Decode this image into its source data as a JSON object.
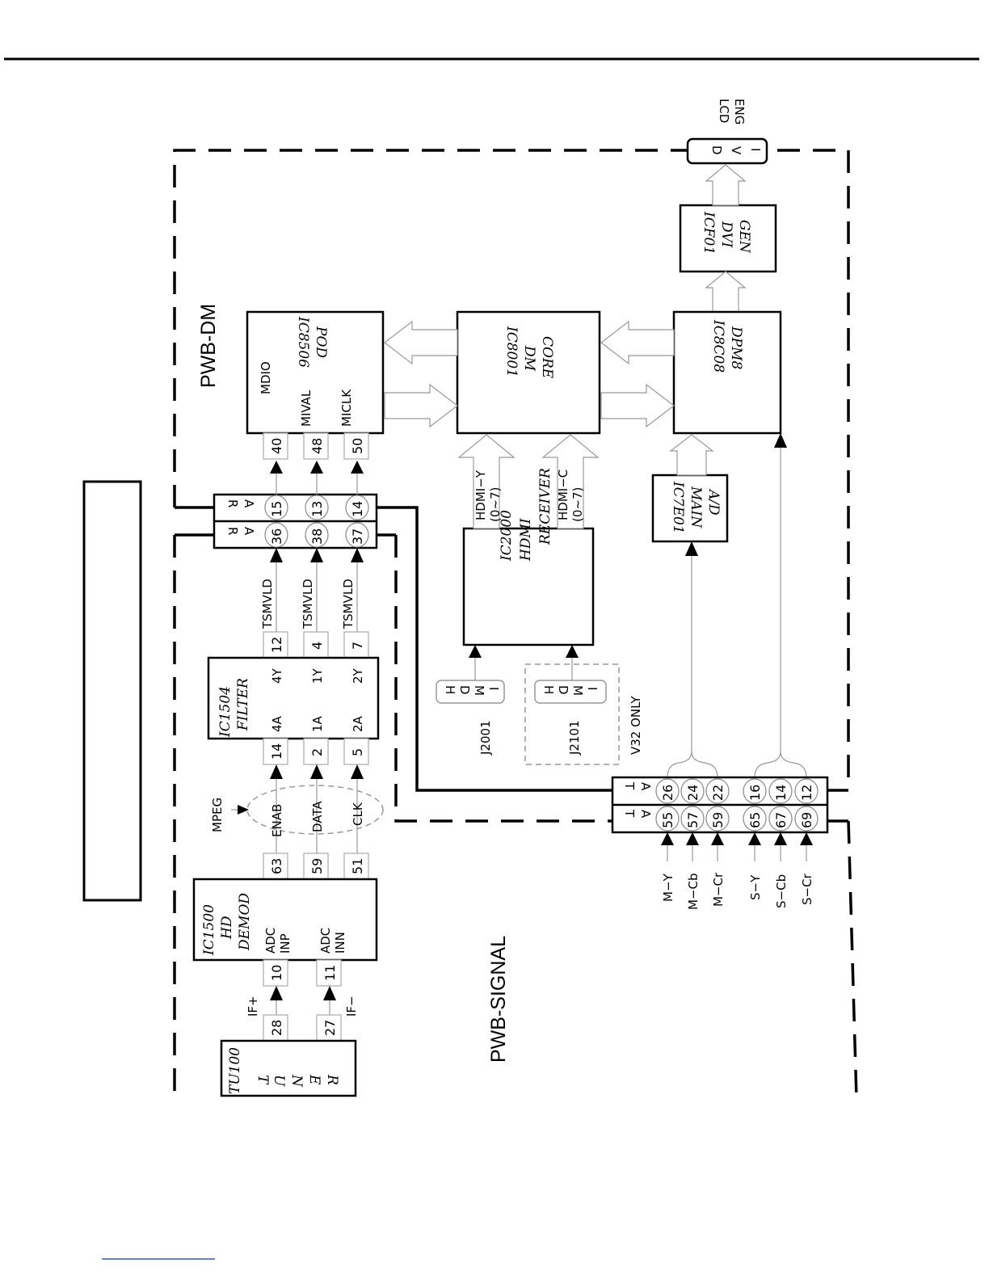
{
  "boards": {
    "dm": "PWB-DM",
    "signal": "PWB-SIGNAL"
  },
  "output": {
    "label_line1": "LCD",
    "label_line2": "ENG",
    "connector": [
      "D",
      "V",
      "I"
    ]
  },
  "tuner": {
    "name": "TU100",
    "letters": [
      "T",
      "U",
      "N",
      "E",
      "R"
    ],
    "pins": [
      "28",
      "27"
    ]
  },
  "if_signals": [
    "IF+",
    "IF−"
  ],
  "demod": {
    "name": "IC1500",
    "sub1": "HD",
    "sub2": "DEMOD",
    "inputs": [
      {
        "pin": "10",
        "l1": "ADC",
        "l2": "INP"
      },
      {
        "pin": "11",
        "l1": "ADC",
        "l2": "INN"
      }
    ],
    "outputs": [
      "63",
      "59",
      "51"
    ]
  },
  "mpeg": {
    "label": "MPEG",
    "signals": [
      "ENAB",
      "DATA",
      "CLK"
    ]
  },
  "filter": {
    "name": "IC1504",
    "sub": "FILTER",
    "in_pins": [
      "14",
      "2",
      "5"
    ],
    "in_labels": [
      "4A",
      "1A",
      "2A"
    ],
    "out_labels": [
      "4Y",
      "1Y",
      "2Y"
    ],
    "out_pins": [
      "12",
      "4",
      "7"
    ]
  },
  "tsm": [
    "TSMVLD",
    "TSMVLD",
    "TSMVLD"
  ],
  "connector_ra": {
    "letters": [
      "R",
      "A"
    ],
    "dm_pins": [
      "15",
      "13",
      "14"
    ],
    "sig_pins": [
      "36",
      "38",
      "37"
    ]
  },
  "pod": {
    "name": "IC8506",
    "sub": "POD",
    "pins": [
      "40",
      "48",
      "50"
    ],
    "signals": [
      "MDIO",
      "MIVAL",
      "MICLK"
    ]
  },
  "hdmi_receiver": {
    "name": "IC2000",
    "sub1": "HDMI",
    "sub2": "RECEIVER",
    "out_y_l1": "HDMI−Y",
    "out_y_l2": "(0~7)",
    "out_c_l1": "HDMI−C",
    "out_c_l2": "(0~7)"
  },
  "hdmi_inputs": [
    {
      "name": "J2001",
      "letters": [
        "H",
        "D",
        "M",
        "I"
      ]
    },
    {
      "name": "J2101",
      "letters": [
        "H",
        "D",
        "M",
        "I"
      ],
      "note": "V32 ONLY"
    }
  ],
  "dm_core": {
    "name": "IC8001",
    "sub1": "DM",
    "sub2": "CORE"
  },
  "dpm": {
    "name": "IC8C08",
    "sub": "DPM8"
  },
  "dvi_gen": {
    "name": "ICF01",
    "sub1": "DVI",
    "sub2": "GEN"
  },
  "main_ad": {
    "name": "IC7E01",
    "sub1": "MAIN",
    "sub2": "A/D"
  },
  "connector_ta": {
    "letters": [
      "T",
      "A"
    ],
    "dm_pins": [
      "26",
      "24",
      "22",
      "16",
      "14",
      "12"
    ],
    "sig_pins": [
      "55",
      "57",
      "59",
      "65",
      "67",
      "69"
    ]
  },
  "video_inputs": [
    "M−Y",
    "M−Cb",
    "M−Cr",
    "S−Y",
    "S−Cb",
    "S−Cr"
  ]
}
